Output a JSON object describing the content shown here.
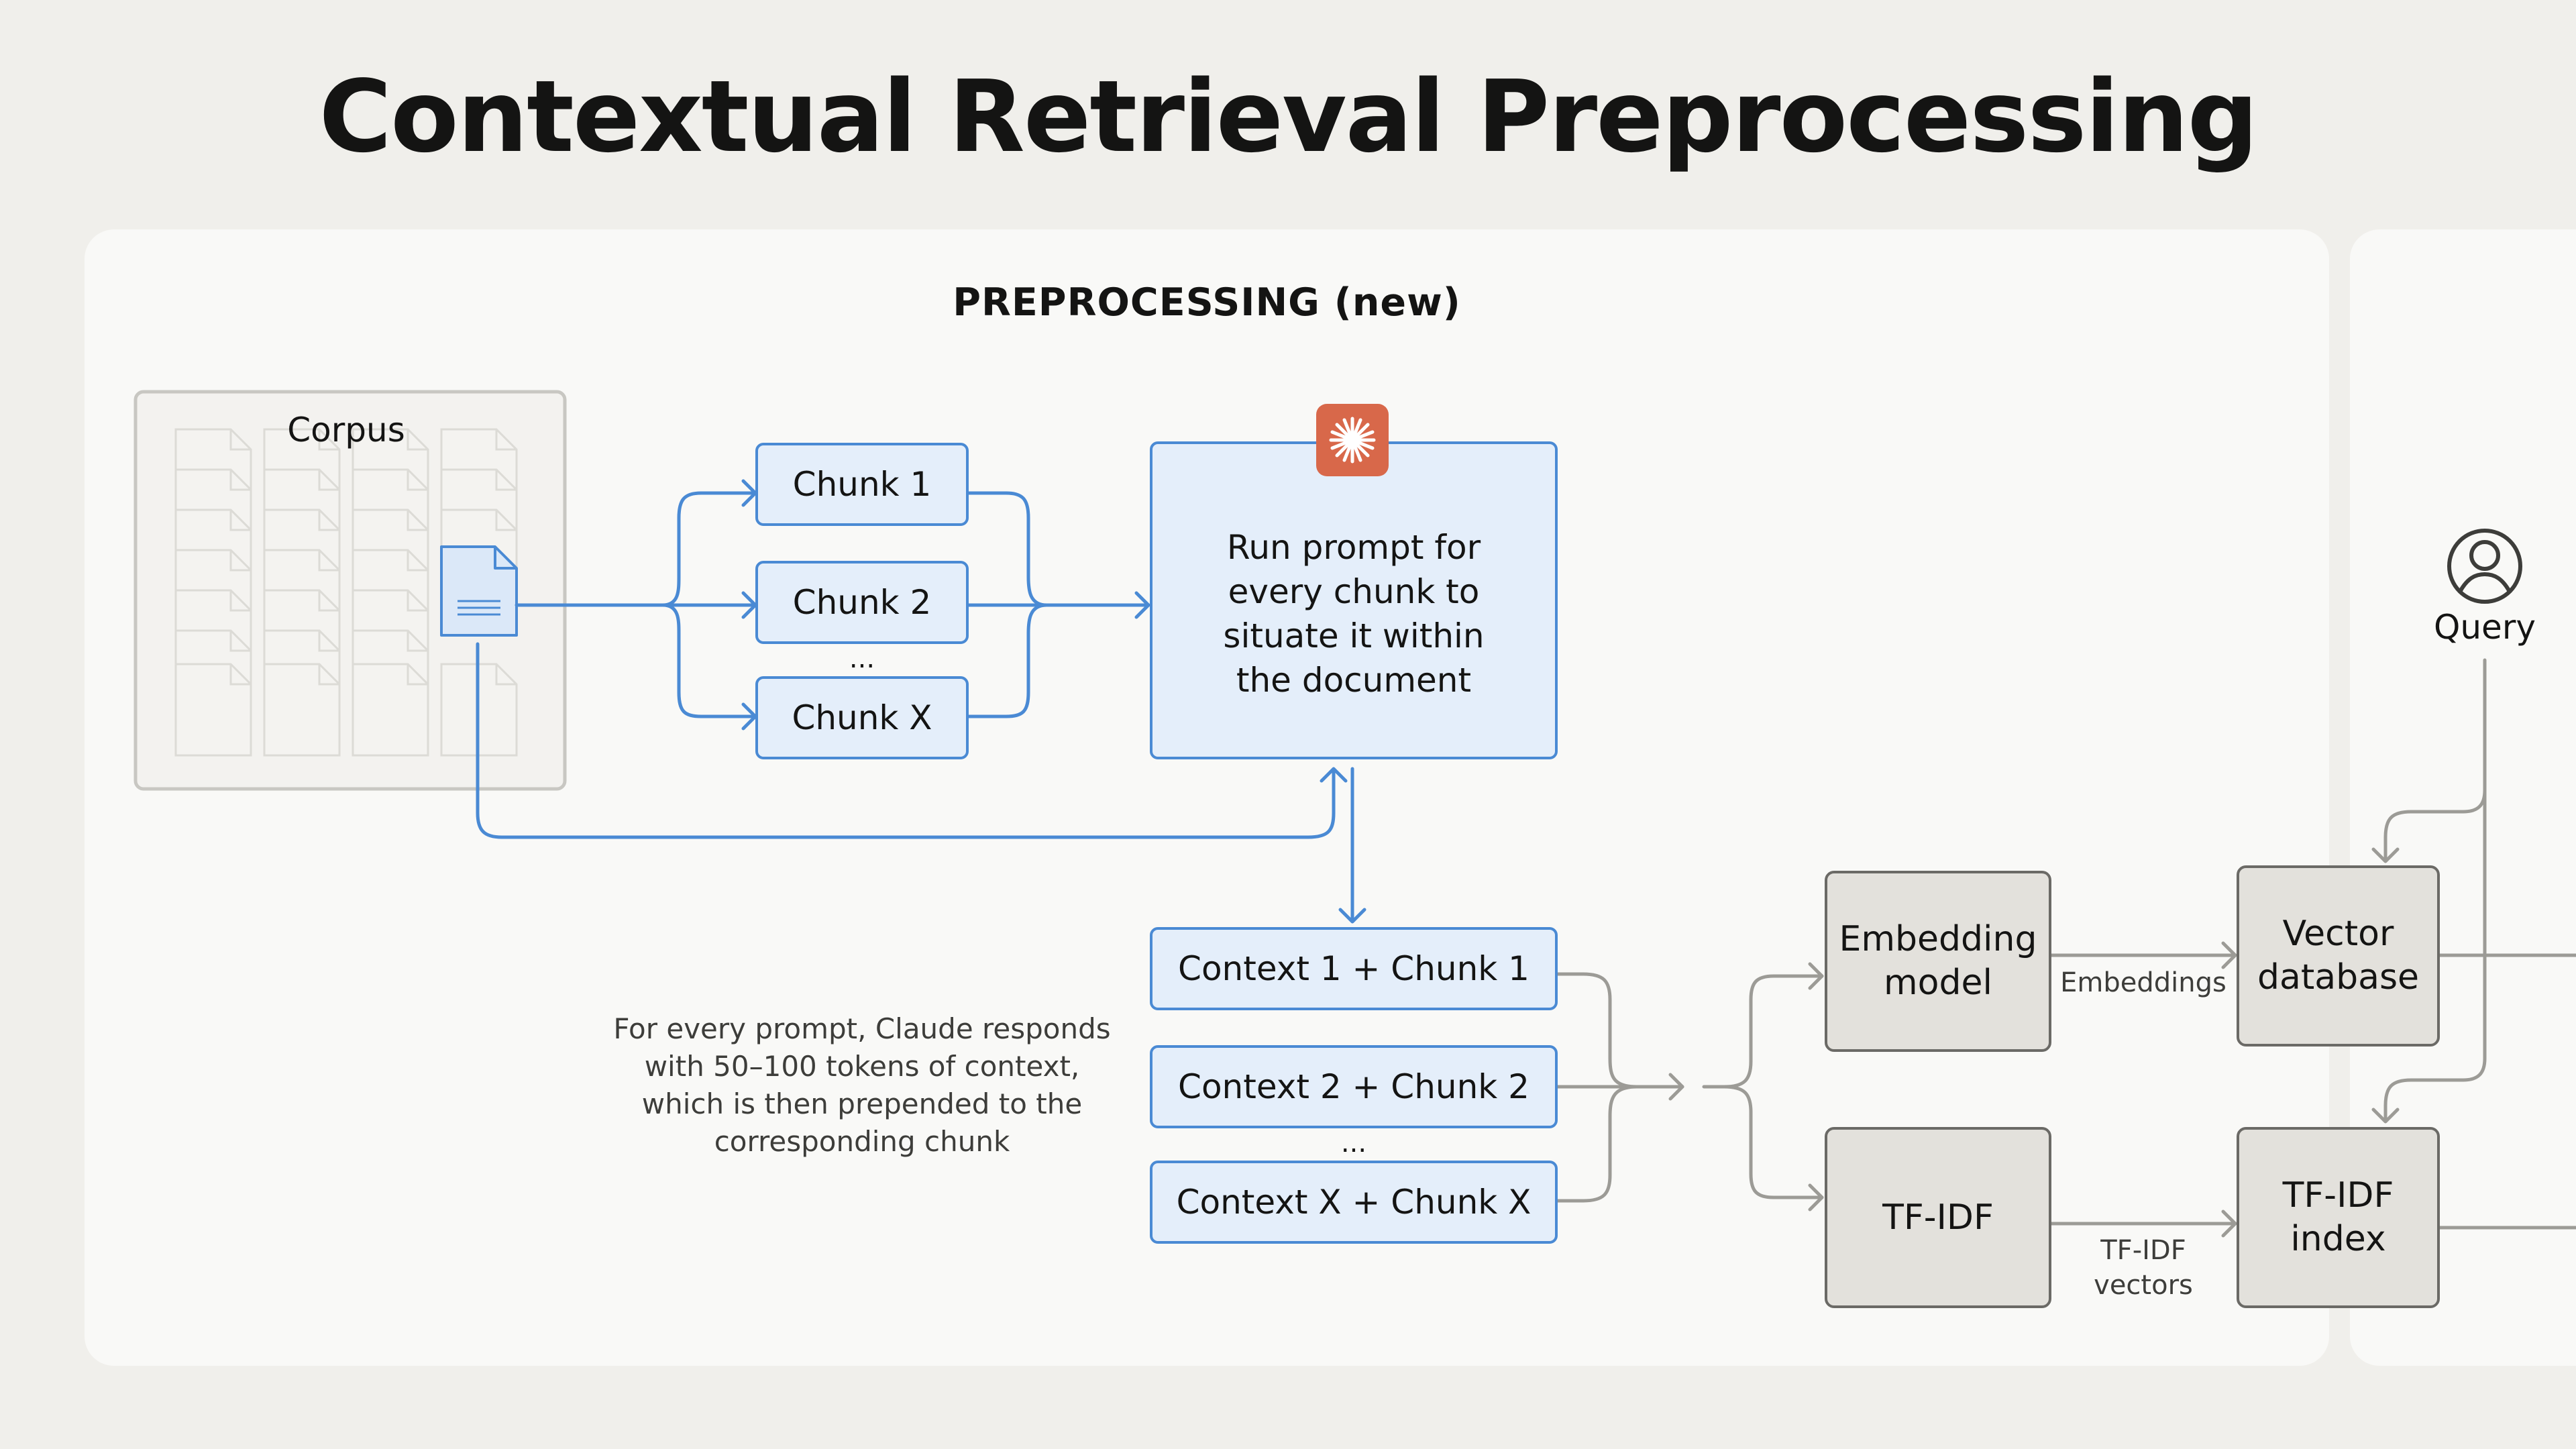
{
  "title": "Contextual Retrieval Preprocessing",
  "section": "PREPROCESSING (new)",
  "corpus": {
    "label": "Corpus"
  },
  "chunks": [
    "Chunk 1",
    "Chunk 2",
    "Chunk X"
  ],
  "ellipsis": "...",
  "prompt_box": "Run prompt for every chunk to situate it within the document",
  "contexts": [
    "Context 1 + Chunk 1",
    "Context 2 + Chunk 2",
    "Context X + Chunk X"
  ],
  "note": "For every prompt, Claude responds with 50–100 tokens of context, which is then prepended to the corresponding chunk",
  "embedding_model": "Embedding model",
  "embeddings_label": "Embeddings",
  "vector_db": "Vector database",
  "tfidf": "TF-IDF",
  "tfidf_vectors_label": "TF-IDF vectors",
  "tfidf_index": "TF-IDF index",
  "query": "Query",
  "icons": {
    "claude": "claude-starburst-icon",
    "user": "user-icon",
    "document": "document-icon"
  },
  "colors": {
    "background": "#f0efeb",
    "panel": "#f9f9f7",
    "blue_stroke": "#4a8ad4",
    "blue_fill": "#e4eefa",
    "grey_stroke": "#6b6a66",
    "grey_fill": "#e3e1dc",
    "claude_accent": "#d8684a"
  }
}
